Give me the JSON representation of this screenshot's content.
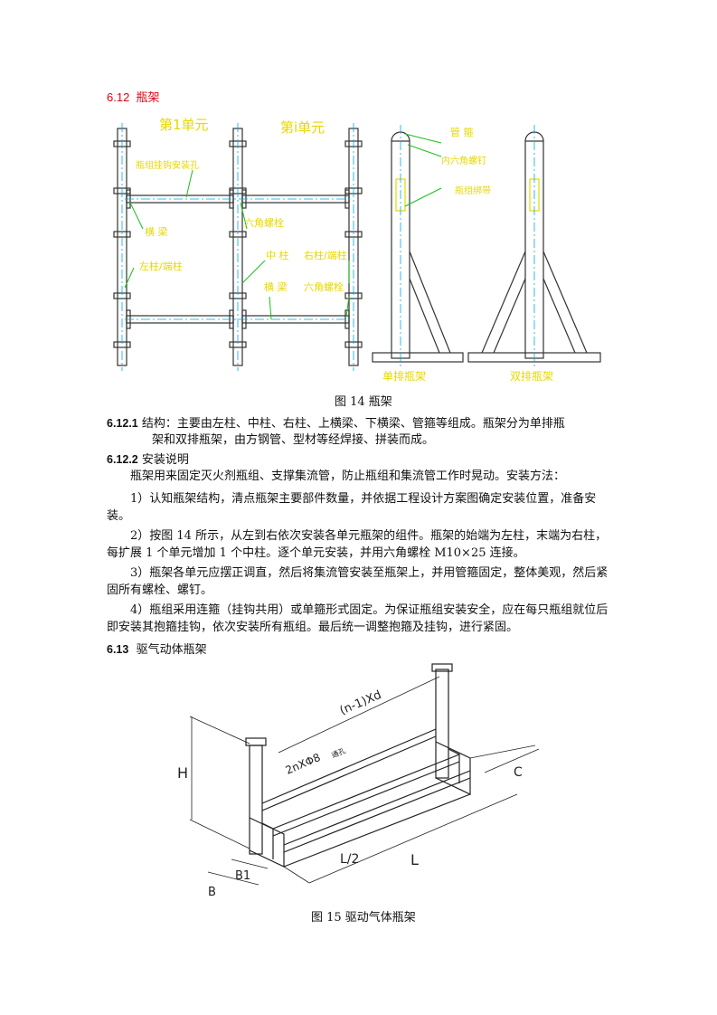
{
  "section_612": {
    "number": "6.12",
    "title": "瓶架"
  },
  "figure14": {
    "labels": {
      "unit1": "第1单元",
      "uniti": "第i单元",
      "pipe_clamp": "瓶组挂钩安装孔",
      "beam1": "横  梁",
      "hex_bolt1": "六角螺栓",
      "left_col": "左柱/端柱",
      "mid_col": "中  柱",
      "right_col": "右柱/端柱",
      "beam2": "横  梁",
      "hex_bolt2": "六角螺栓",
      "clamp_top": "管  箍",
      "hex_screw": "内六角螺钉",
      "strap": "瓶组绑带",
      "single": "单排瓶架",
      "double": "双排瓶架"
    },
    "caption": "图 14  瓶架"
  },
  "para_6121": {
    "num": "6.12.1",
    "line1": "结构：主要由左柱、中柱、右柱、上横梁、下横梁、管箍等组成。瓶架分为单排瓶",
    "line2": "架和双排瓶架，由方钢管、型材等经焊接、拼装而成。"
  },
  "para_6122": {
    "num": "6.12.2",
    "title": "安装说明"
  },
  "paragraphs": [
    "瓶架用来固定灭火剂瓶组、支撑集流管，防止瓶组和集流管工作时晃动。安装方法：",
    "1）认知瓶架结构，清点瓶架主要部件数量，并依据工程设计方案图确定安装位置，准备安装。",
    "2）按图 14 所示，从左到右依次安装各单元瓶架的组件。瓶架的始端为左柱，末端为右柱，每扩展 1 个单元增加 1 个中柱。逐个单元安装，并用六角螺栓 M10×25 连接。",
    "3）瓶架各单元应摆正调直，然后将集流管安装至瓶架上，并用管箍固定，整体美观，然后紧固所有螺栓、螺钉。",
    "4）瓶组采用连箍（挂钩共用）或单箍形式固定。为保证瓶组安装安全，应在每只瓶组就位后即安装其抱箍挂钩，依次安装所有瓶组。最后统一调整抱箍及挂钩，进行紧固。"
  ],
  "section_613": {
    "number": "6.13",
    "title": "驱气动体瓶架"
  },
  "figure15": {
    "labels": {
      "nxd": "(n-1)Xd",
      "holes": "2nXΦ8",
      "holes_sub": "通孔",
      "H": "H",
      "C": "C",
      "L2": "L/2",
      "L": "L",
      "B1": "B1",
      "B": "B"
    },
    "caption": "图 15  驱动气体瓶架"
  },
  "colors": {
    "heading": "#e60012",
    "label": "#f5e600",
    "leader": "#19c019",
    "axis": "#00a8e8"
  }
}
